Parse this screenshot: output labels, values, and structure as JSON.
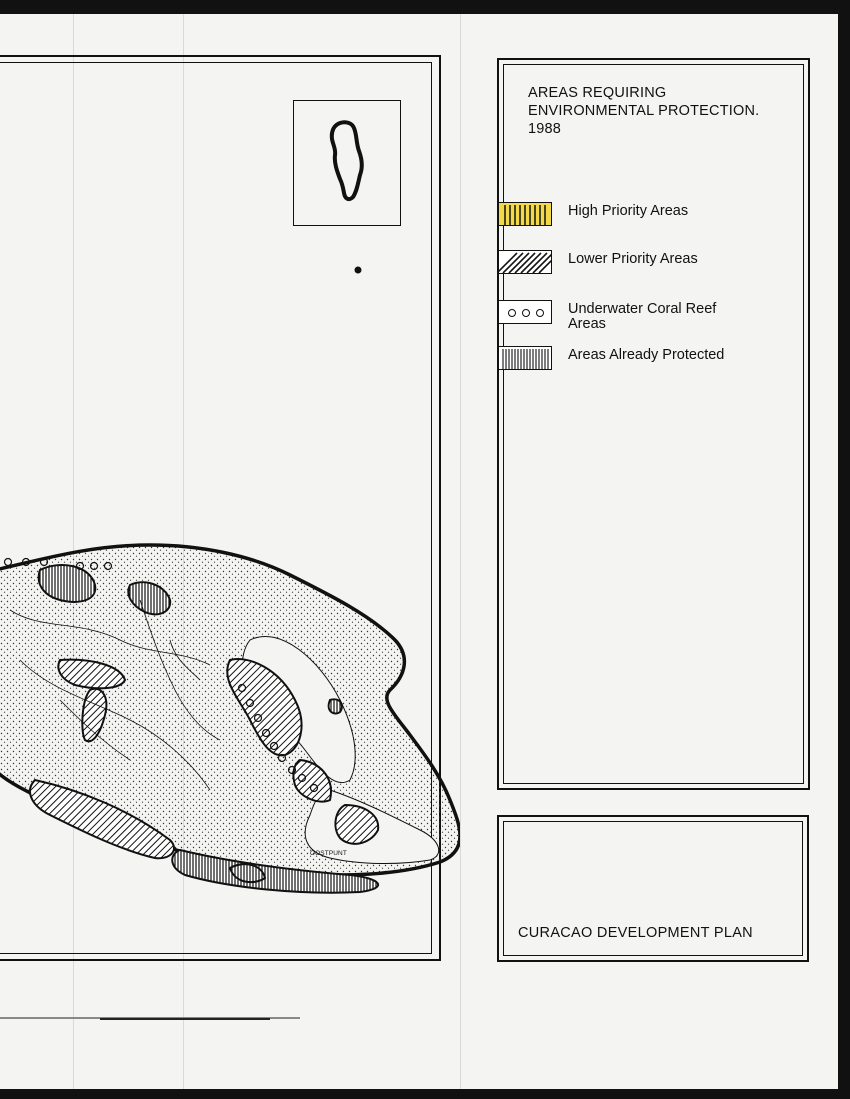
{
  "legend": {
    "title_line1": "AREAS REQUIRING",
    "title_line2": "ENVIRONMENTAL PROTECTION.",
    "title_line3": "1988",
    "items": [
      {
        "label": "High Priority Areas",
        "pattern": "vertical-lines-yellow",
        "color": "#f2d94a"
      },
      {
        "label": "Lower Priority Areas",
        "pattern": "diagonal-hatch",
        "color": "#ffffff"
      },
      {
        "label_line1": "Underwater Coral Reef",
        "label_line2": "Areas",
        "pattern": "circles",
        "color": "#ffffff"
      },
      {
        "label": "Areas Already Protected",
        "pattern": "dense-vertical-lines",
        "color": "#ffffff"
      }
    ]
  },
  "map": {
    "place_label": "OOSTPUNT"
  },
  "document": {
    "title": "CURACAO DEVELOPMENT PLAN"
  },
  "colors": {
    "paper": "#f4f4f2",
    "ink": "#111111",
    "high_priority": "#f2d94a"
  }
}
